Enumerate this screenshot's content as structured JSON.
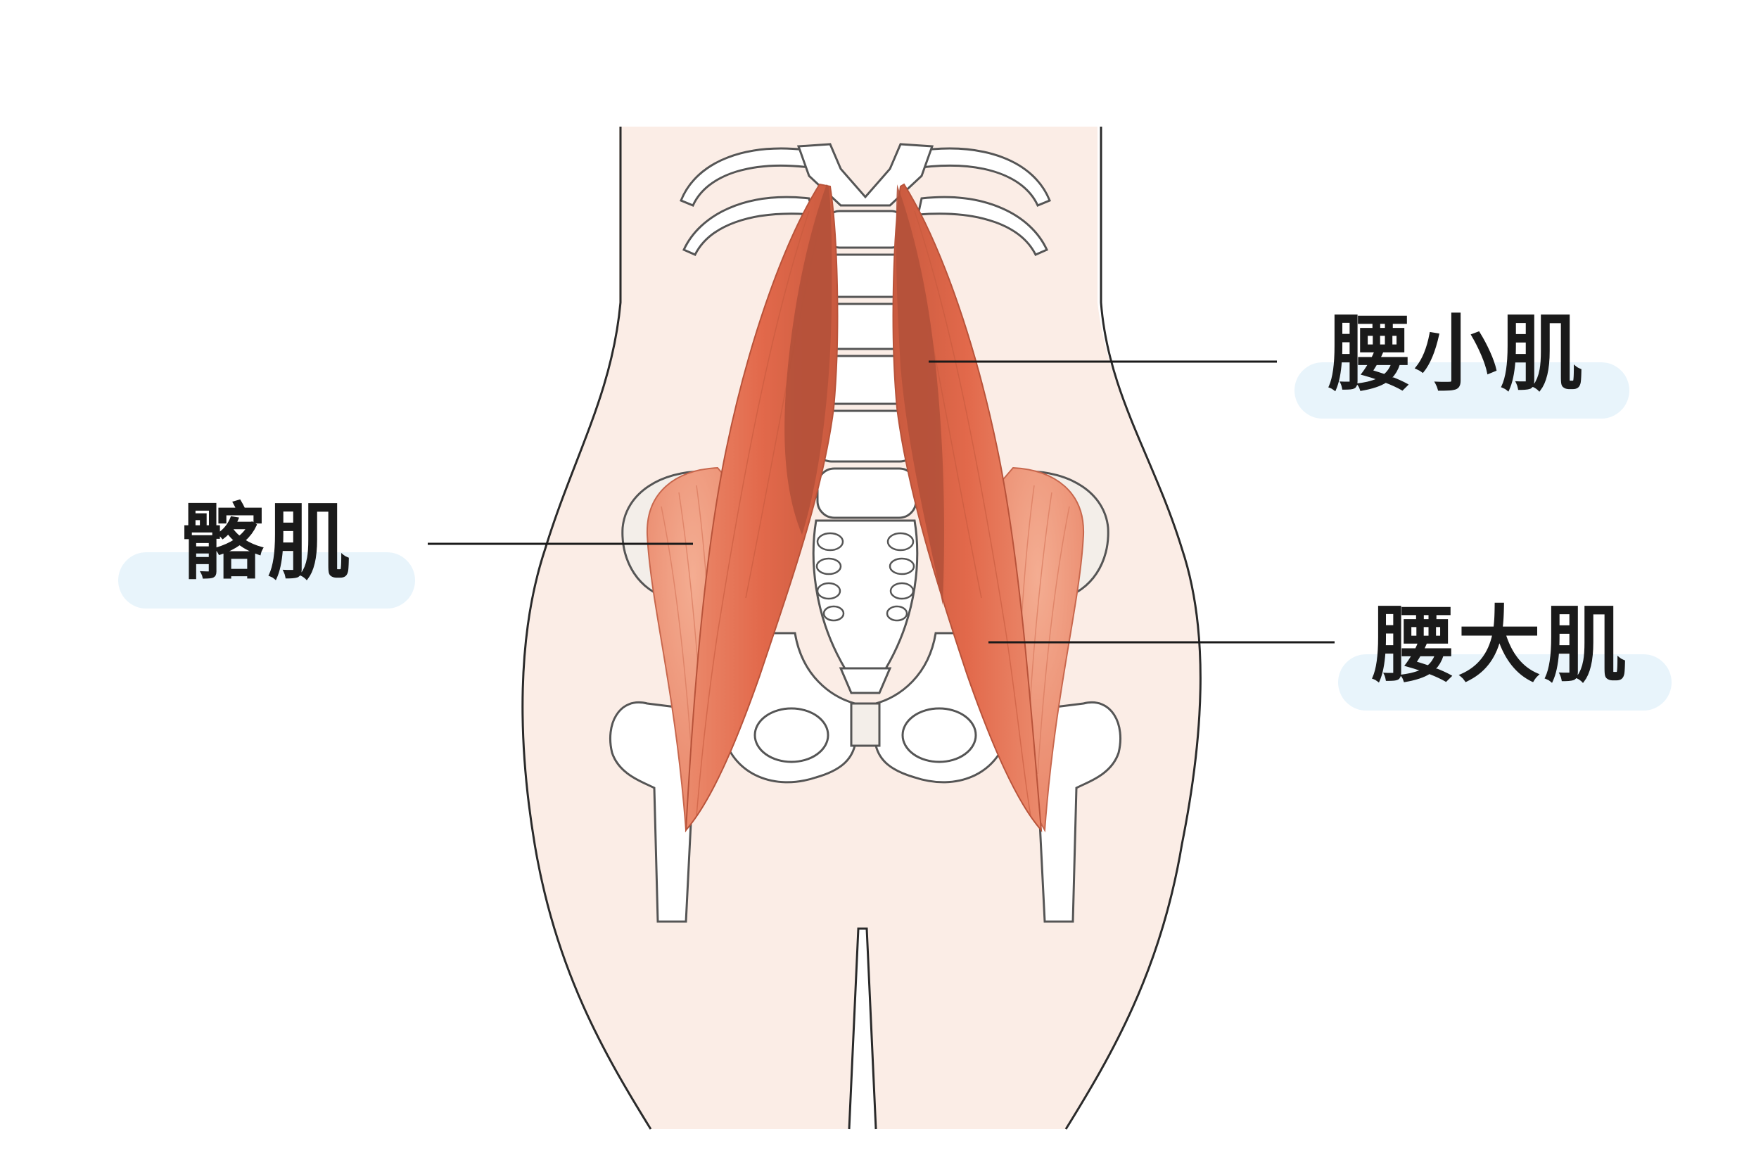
{
  "labels": {
    "iliacus": "髂肌",
    "psoas_minor": "腰小肌",
    "psoas_major": "腰大肌"
  },
  "colors": {
    "background": "#ffffff",
    "body_fill": "#fbede6",
    "outline": "#2a2a2a",
    "bone_fill": "#ffffff",
    "bone_stroke": "#555555",
    "muscle_main": "#e8785a",
    "muscle_dark": "#b8533a",
    "muscle_light": "#f0a184",
    "label_pill": "#e8f4fb",
    "leader_line": "#1a1a1a"
  },
  "icons": {
    "pelvis": "pelvis-icon",
    "spine": "lumbar-spine-icon"
  }
}
